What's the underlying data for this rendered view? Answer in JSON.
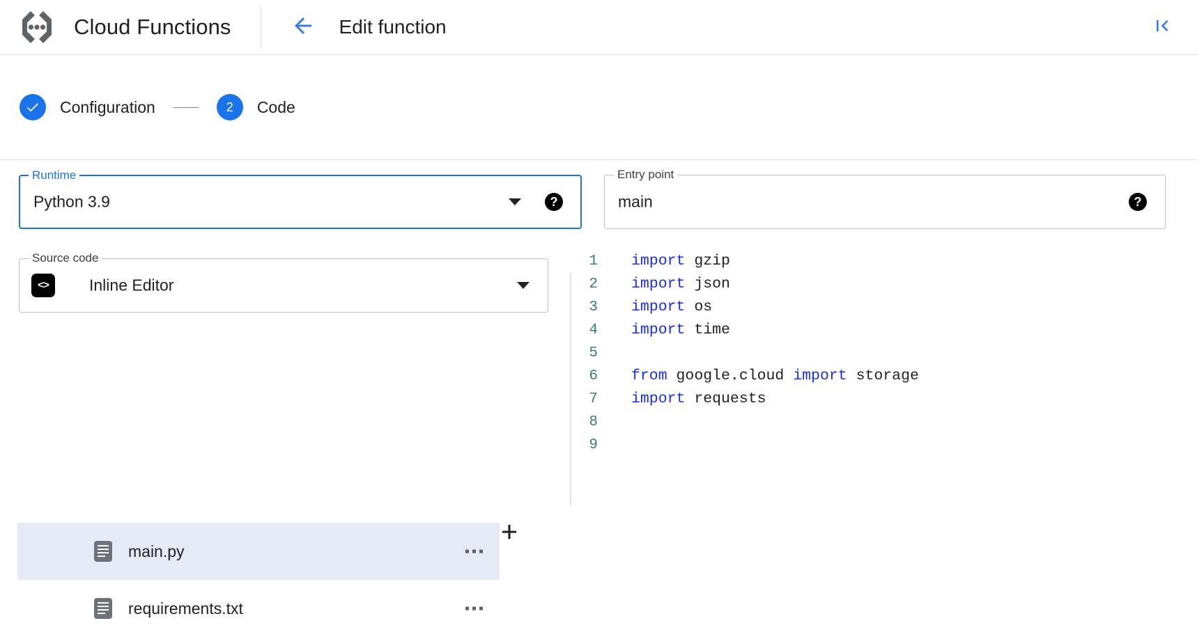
{
  "header": {
    "product_title": "Cloud Functions",
    "product_logo_icon": "cloud-functions-logo",
    "back_icon": "arrow-left-icon",
    "page_heading": "Edit function",
    "collapse_icon": "first-page-icon"
  },
  "stepper": {
    "steps": [
      {
        "marker": "✓",
        "label": "Configuration",
        "state": "completed"
      },
      {
        "marker": "2",
        "label": "Code",
        "state": "active"
      }
    ]
  },
  "form": {
    "runtime": {
      "legend": "Runtime",
      "value": "Python 3.9",
      "caret_icon": "chevron-down-icon",
      "help_icon": "help-icon",
      "help_glyph": "?",
      "focused": true
    },
    "entry_point": {
      "legend": "Entry point",
      "value": "main",
      "help_icon": "help-icon",
      "help_glyph": "?",
      "focused": false
    },
    "source_code": {
      "legend": "Source code",
      "value": "Inline Editor",
      "chip_icon": "code-brackets-icon",
      "chip_glyph": "<>",
      "caret_icon": "chevron-down-icon"
    }
  },
  "files": {
    "add_glyph": "+",
    "add_icon": "add-file-icon",
    "items": [
      {
        "name": "main.py",
        "icon": "file-document-icon",
        "selected": true,
        "more_icon": "more-horizontal-icon"
      },
      {
        "name": "requirements.txt",
        "icon": "file-document-icon",
        "selected": false,
        "more_icon": "more-horizontal-icon"
      }
    ]
  },
  "editor": {
    "language": "python",
    "lines": [
      {
        "n": "1",
        "tokens": [
          {
            "t": "import",
            "c": "kw"
          },
          {
            "t": " gzip",
            "c": ""
          }
        ]
      },
      {
        "n": "2",
        "tokens": [
          {
            "t": "import",
            "c": "kw"
          },
          {
            "t": " json",
            "c": ""
          }
        ]
      },
      {
        "n": "3",
        "tokens": [
          {
            "t": "import",
            "c": "kw"
          },
          {
            "t": " os",
            "c": ""
          }
        ]
      },
      {
        "n": "4",
        "tokens": [
          {
            "t": "import",
            "c": "kw"
          },
          {
            "t": " time",
            "c": ""
          }
        ]
      },
      {
        "n": "5",
        "tokens": []
      },
      {
        "n": "6",
        "tokens": [
          {
            "t": "from",
            "c": "kw"
          },
          {
            "t": " google.cloud ",
            "c": ""
          },
          {
            "t": "import",
            "c": "kw"
          },
          {
            "t": " storage",
            "c": ""
          }
        ]
      },
      {
        "n": "7",
        "tokens": [
          {
            "t": "import",
            "c": "kw"
          },
          {
            "t": " requests",
            "c": ""
          }
        ]
      },
      {
        "n": "8",
        "tokens": []
      },
      {
        "n": "9",
        "tokens": []
      }
    ]
  },
  "colors": {
    "accent": "#1a73e8",
    "selected_row": "#e5eaf7",
    "keyword": "#1a2de8",
    "line_number": "#3d7b80",
    "border": "#bdc1c6"
  }
}
